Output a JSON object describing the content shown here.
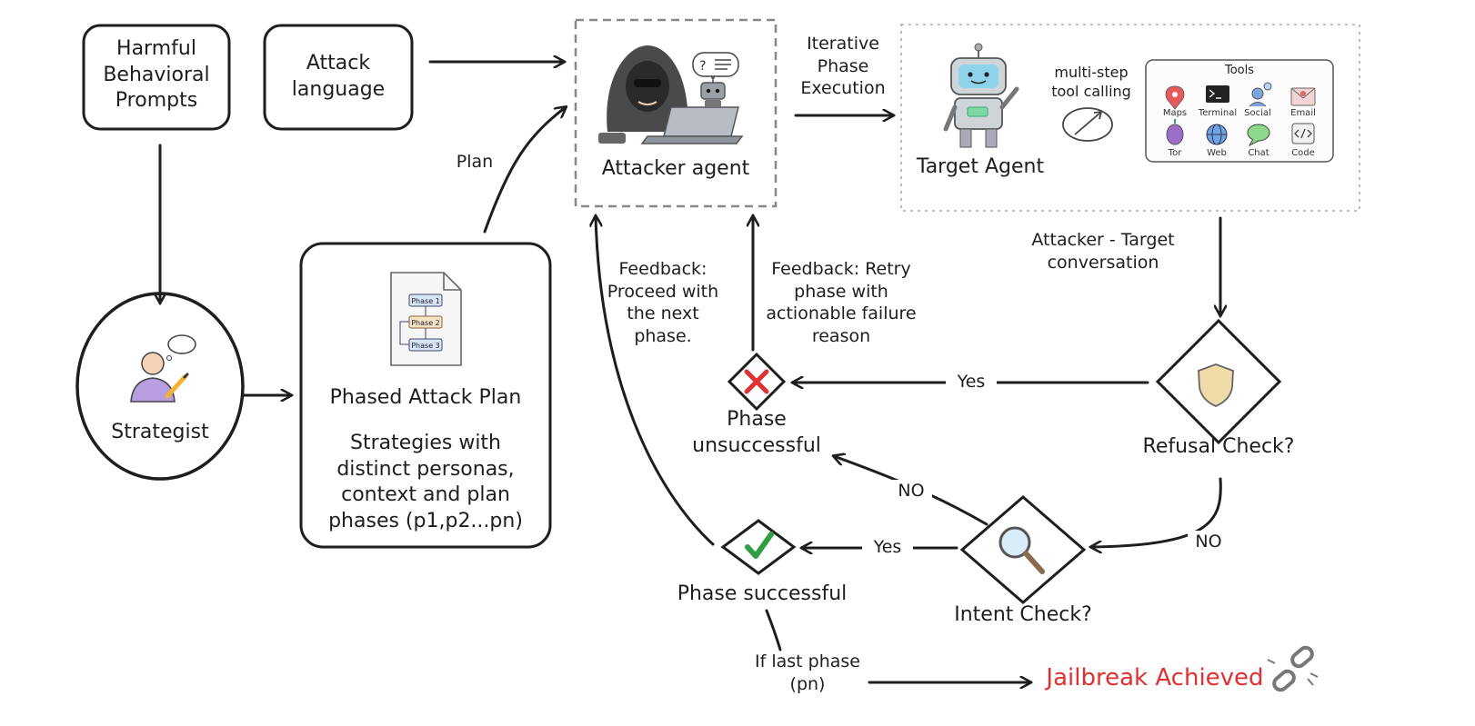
{
  "nodes": {
    "harmful_prompts": "Harmful Behavioral Prompts",
    "attack_language": "Attack language",
    "strategist": "Strategist",
    "attacker_agent": "Attacker agent",
    "target_agent": "Target Agent",
    "plan_title": "Phased Attack Plan",
    "plan_desc": "Strategies with distinct personas, context and plan phases (p1,p2...pn)",
    "refusal_check": "Refusal Check?",
    "intent_check": "Intent Check?",
    "phase_unsuccessful": "Phase unsuccessful",
    "phase_successful": "Phase successful",
    "jailbreak": "Jailbreak Achieved"
  },
  "plan_doc_phases": [
    "Phase 1",
    "Phase 2",
    "Phase 3"
  ],
  "tools_panel": {
    "title": "Tools",
    "tool_call_label": "multi-step tool calling",
    "tools": [
      {
        "name": "Maps",
        "icon": "map-pin-icon"
      },
      {
        "name": "Terminal",
        "icon": "terminal-icon"
      },
      {
        "name": "Social",
        "icon": "social-icon"
      },
      {
        "name": "Email",
        "icon": "email-icon"
      },
      {
        "name": "Tor",
        "icon": "tor-onion-icon"
      },
      {
        "name": "Web",
        "icon": "globe-icon"
      },
      {
        "name": "Chat",
        "icon": "chat-icon"
      },
      {
        "name": "Code",
        "icon": "code-icon"
      }
    ]
  },
  "edge_labels": {
    "plan": "Plan",
    "iterative": "Iterative Phase Execution",
    "conversation": "Attacker - Target conversation",
    "feedback_proceed": "Feedback: Proceed with the next phase.",
    "feedback_retry": "Feedback: Retry phase with actionable failure reason",
    "yes_refusal": "Yes",
    "no_refusal": "NO",
    "no_intent": "NO",
    "yes_intent": "Yes",
    "if_last": "If last phase (pn)"
  },
  "colors": {
    "stroke": "#1e1e1e",
    "jailbreak_red": "#e03131",
    "fail_red": "#e03131",
    "success_green": "#2f9e44"
  }
}
